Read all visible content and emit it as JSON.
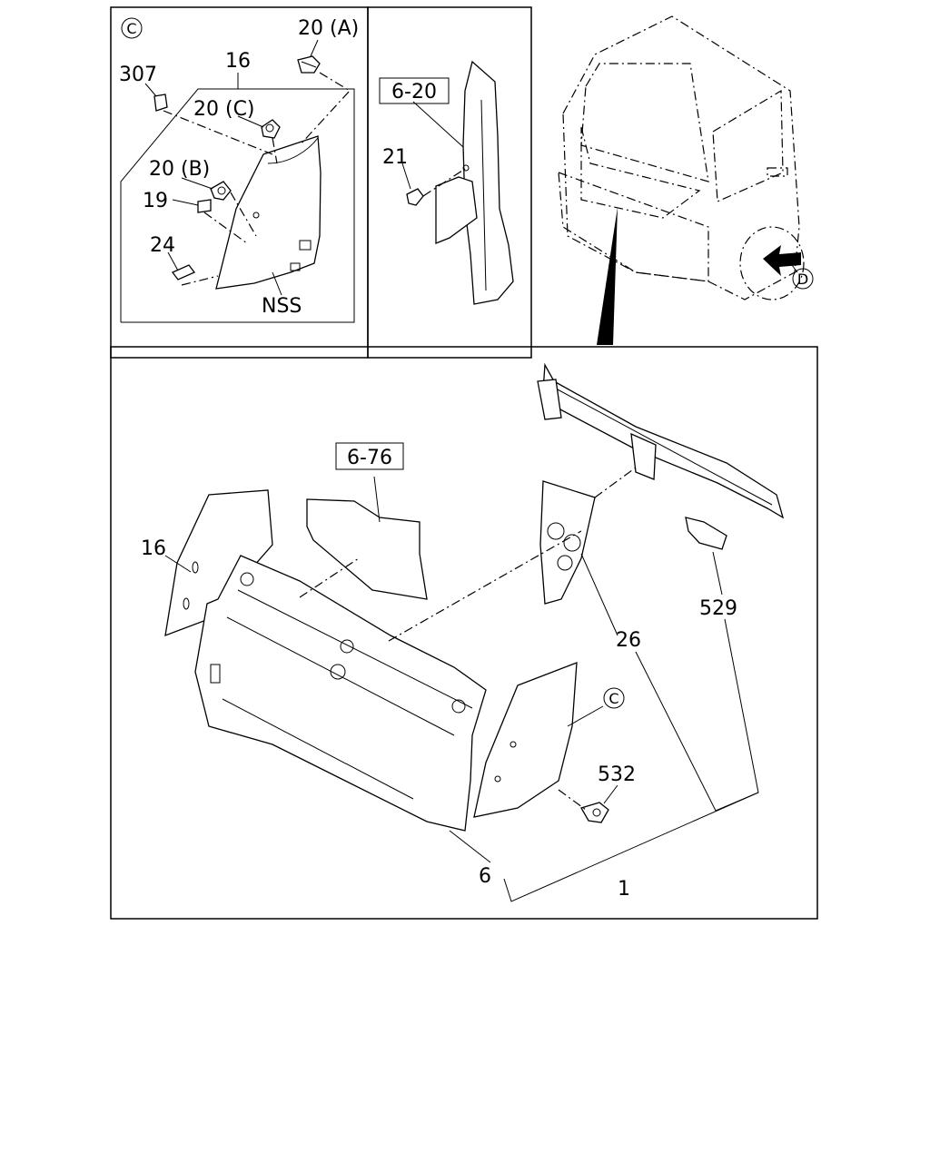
{
  "detail_c": {
    "marker": "C",
    "labels": {
      "p307": "307",
      "p16": "16",
      "p20a": "20 (A)",
      "p20c": "20 (C)",
      "p20b": "20 (B)",
      "p19": "19",
      "p24": "24",
      "nss": "NSS"
    }
  },
  "detail_ref": {
    "ref_box": "6-20",
    "p21": "21"
  },
  "truck_view": {
    "marker": "D"
  },
  "main": {
    "ref_box": "6-76",
    "p16": "16",
    "p26": "26",
    "p529": "529",
    "marker_c": "C",
    "p532": "532",
    "p6": "6",
    "p1": "1"
  }
}
